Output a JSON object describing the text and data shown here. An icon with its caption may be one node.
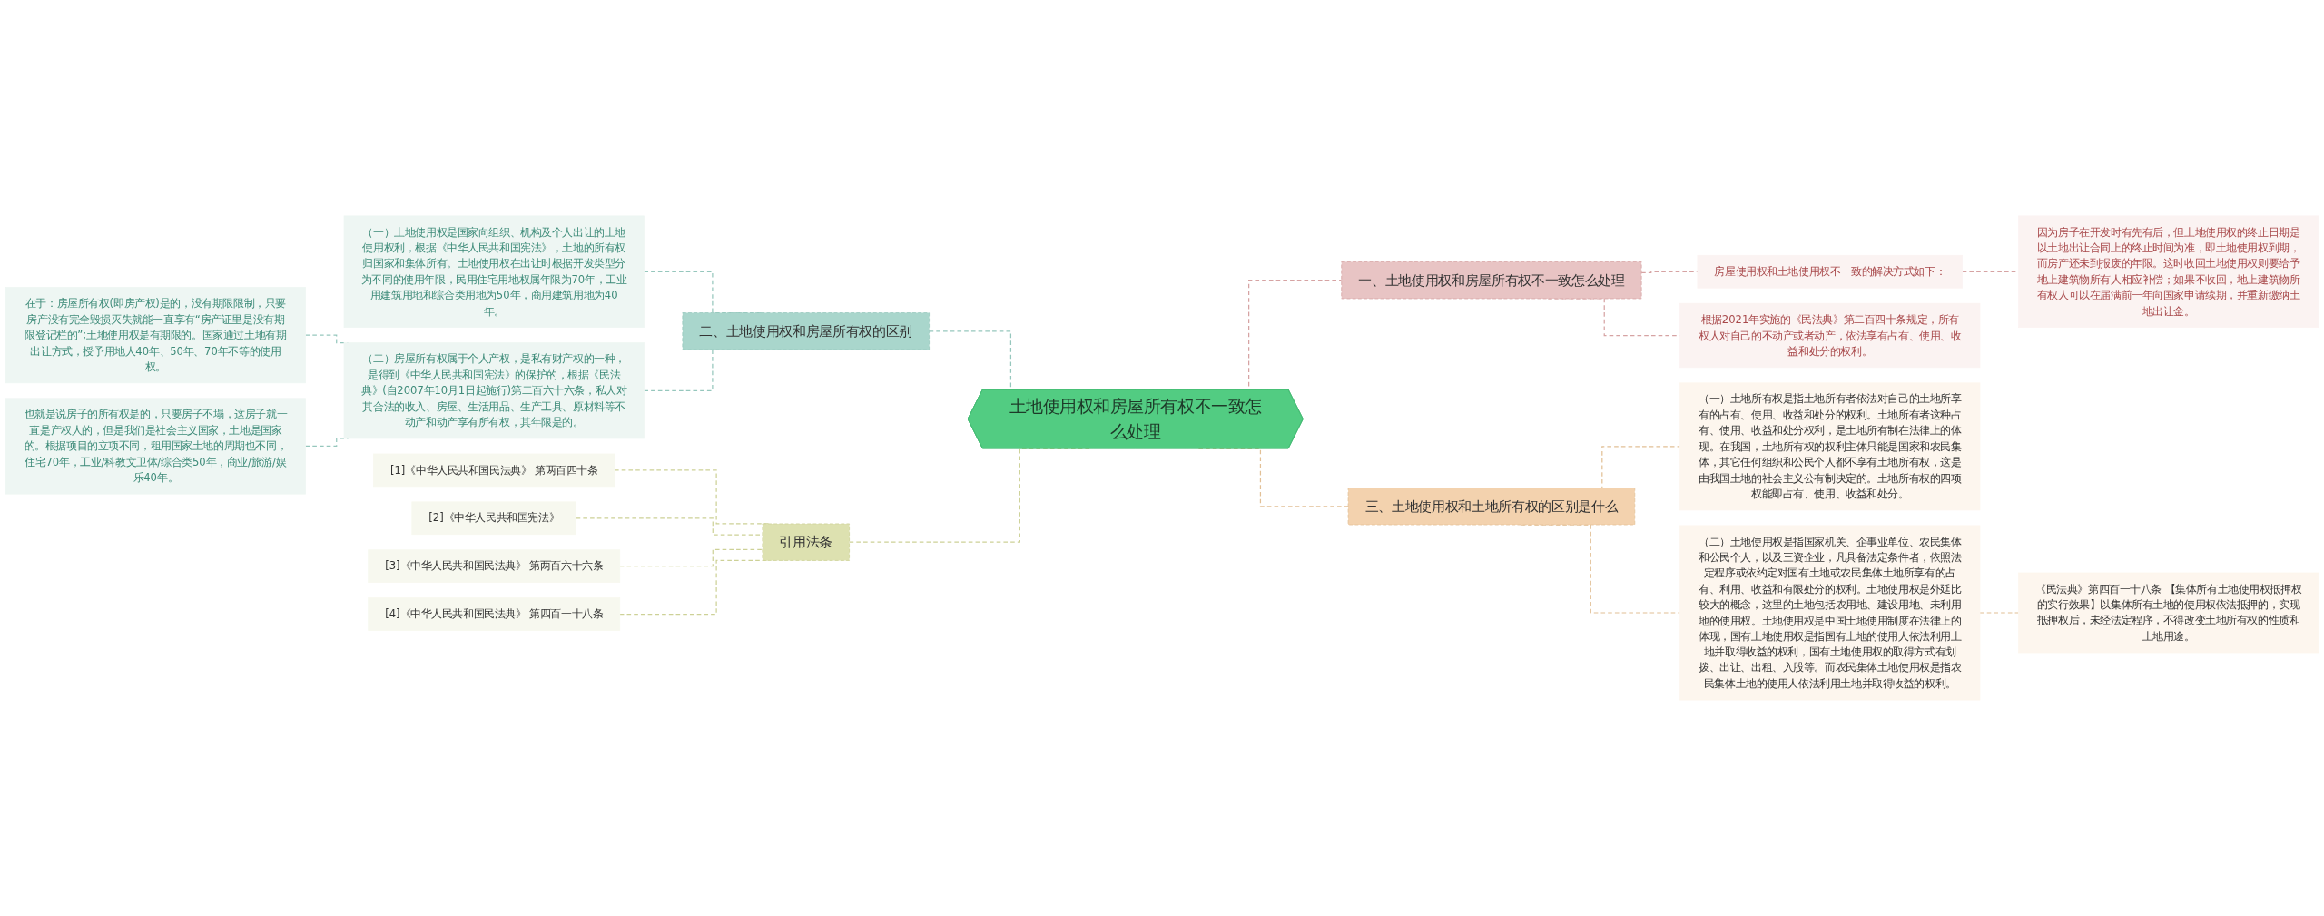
{
  "diagram": {
    "nodes": [
      {
        "text": [
          "土地使用权和房屋所有权不一致怎么处理"
        ]
      },
      {
        "text": [
          "一、土地使用权和房屋所有权不一致怎么处理"
        ]
      },
      {
        "text": [
          "房屋使用权和土地使用权不一致的解决方式如下："
        ]
      },
      {
        "text": [
          "因为房子在开发时有先有后，但土地使用权的终止日期是以土地出让合同上的终止时间为准，即土地使用权到期，而房产还未到报废的年限。这时收回土地使用权则要给予地上建筑物所有人相应补偿；如果不收回，地上建筑物所有权人可以在届满前一年向国家申请续期，并重新缴纳土地出让金。"
        ]
      },
      {
        "text": [
          "根据2021年实施的《民法典》第二百四十条规定，所有权人对自己的不动产或者动产，依法享有占有、使用、收益和处分的权利。"
        ]
      },
      {
        "text": [
          "二、土地使用权和房屋所有权的区别"
        ]
      },
      {
        "text": [
          "（一）土地使用权是国家向组织、机构及个人出让的土地使用权利，根据《中华人民共和国宪法》，土地的所有权归国家和集体所有。土地使用权在出让时根据开发类型分为不同的使用年限，民用住宅用地权属年限为70年，工业用建筑用地和综合类用地为50年，商用建筑用地为40年。"
        ]
      },
      {
        "text": [
          "（二）房屋所有权属于个人产权，是私有财产权的一种，是得到《中华人民共和国宪法》的保护的，根据《民法典》(自2007年10月1日起施行)第二百六十六条，私人对其合法的收入、房屋、生活用品、生产工具、原材料等不动产和动产享有所有权，其年限是的。"
        ]
      },
      {
        "text": [
          "在于：房屋所有权(即房产权)是的，没有期限限制，只要房产没有完全毁损灭失就能一直享有“房产证里是没有期限登记栏的”;土地使用权是有期限的。国家通过土地有期出让方式，授予用地人40年、50年、70年不等的使用权。"
        ]
      },
      {
        "text": [
          "也就是说房子的所有权是的，只要房子不塌，这房子就一直是产权人的，但是我们是社会主义国家，土地是国家的。根据项目的立项不同，租用国家土地的周期也不同，住宅70年，工业/科教文卫体/综合类50年，商业/旅游/娱乐40年。"
        ]
      },
      {
        "text": [
          "三、土地使用权和土地所有权的区别是什么"
        ]
      },
      {
        "text": [
          "（一）土地所有权是指土地所有者依法对自己的土地所享有的占有、使用、收益和处分的权利。土地所有者这种占有、使用、收益和处分权利，是土地所有制在法律上的体现。在我国，土地所有权的权利主体只能是国家和农民集体，其它任何组织和公民个人都不享有土地所有权，这是由我国土地的社会主义公有制决定的。土地所有权的四项权能即占有、使用、收益和处分。"
        ]
      },
      {
        "text": [
          "（二）土地使用权是指国家机关、企事业单位、农民集体和公民个人，以及三资企业，凡具备法定条件者，依照法定程序或依约定对国有土地或农民集体土地所享有的占有、利用、收益和有限处分的权利。土地使用权是外延比较大的概念，这里的土地包括农用地、建设用地、未利用地的使用权。土地使用权是中国土地使用制度在法律上的体现，国有土地使用权是指国有土地的使用人依法利用土地并取得收益的权利，国有土地使用权的取得方式有划拨、出让、出租、入股等。而农民集体土地使用权是指农民集体土地的使用人依法利用土地并取得收益的权利。"
        ]
      },
      {
        "text": [
          "《民法典》第四百一十八条 【集体所有土地使用权抵押权的实行效果】以集体所有土地的使用权依法抵押的，实现抵押权后，未经法定程序，不得改变土地所有权的性质和土地用途。"
        ]
      },
      {
        "text": [
          "引用法条"
        ]
      },
      {
        "text": [
          "[1]《中华人民共和国民法典》 第两百四十条"
        ]
      },
      {
        "text": [
          "[2]《中华人民共和国宪法》"
        ]
      },
      {
        "text": [
          "[3]《中华人民共和国民法典》 第两百六十六条"
        ]
      },
      {
        "text": [
          "[4]《中华人民共和国民法典》 第四百一十八条"
        ]
      }
    ],
    "edges": [
      {
        "from": 0,
        "to": 1,
        "arrow": "none",
        "style": "dashed",
        "color": "#d6a3a3"
      },
      {
        "from": 1,
        "to": 2,
        "arrow": "none",
        "style": "dashed",
        "color": "#d6a3a3"
      },
      {
        "from": 2,
        "to": 3,
        "arrow": "none",
        "style": "dashed",
        "color": "#d6a3a3"
      },
      {
        "from": 1,
        "to": 4,
        "arrow": "none",
        "style": "dashed",
        "color": "#d6a3a3"
      },
      {
        "from": 5,
        "to": 0,
        "arrow": "none",
        "style": "dashed",
        "color": "#96c7bd"
      },
      {
        "from": 6,
        "to": 5,
        "arrow": "none",
        "style": "dashed",
        "color": "#96c7bd"
      },
      {
        "from": 7,
        "to": 5,
        "arrow": "none",
        "style": "dashed",
        "color": "#96c7bd"
      },
      {
        "from": 8,
        "to": 7,
        "arrow": "none",
        "style": "dashed",
        "color": "#96c7bd"
      },
      {
        "from": 9,
        "to": 7,
        "arrow": "none",
        "style": "dashed",
        "color": "#96c7bd"
      },
      {
        "from": 0,
        "to": 10,
        "arrow": "none",
        "style": "dashed",
        "color": "#e2c096"
      },
      {
        "from": 10,
        "to": 11,
        "arrow": "none",
        "style": "dashed",
        "color": "#e2c096"
      },
      {
        "from": 10,
        "to": 12,
        "arrow": "none",
        "style": "dashed",
        "color": "#e2c096"
      },
      {
        "from": 12,
        "to": 13,
        "arrow": "none",
        "style": "dashed",
        "color": "#e2c096"
      },
      {
        "from": 14,
        "to": 0,
        "arrow": "none",
        "style": "dashed",
        "color": "#cdd197"
      },
      {
        "from": 15,
        "to": 14,
        "arrow": "none",
        "style": "dashed",
        "color": "#cdd197"
      },
      {
        "from": 16,
        "to": 14,
        "arrow": "none",
        "style": "dashed",
        "color": "#cdd197"
      },
      {
        "from": 17,
        "to": 14,
        "arrow": "none",
        "style": "dashed",
        "color": "#cdd197"
      },
      {
        "from": 18,
        "to": 14,
        "arrow": "none",
        "style": "dashed",
        "color": "#cdd197"
      }
    ]
  }
}
